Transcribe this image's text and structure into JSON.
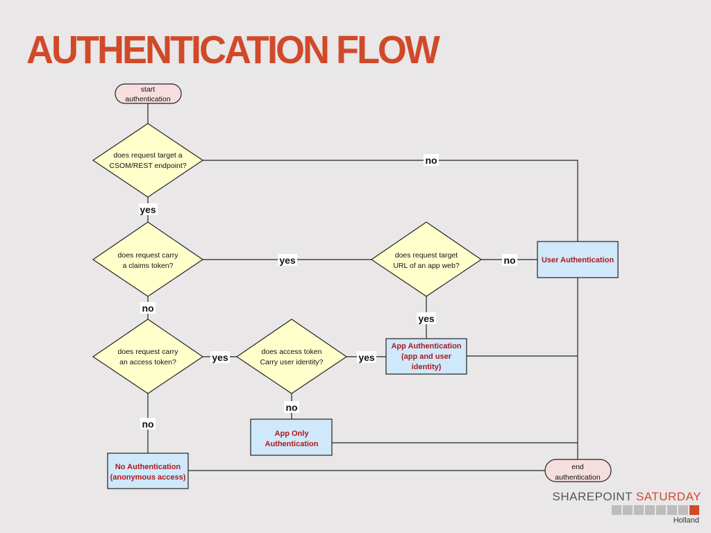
{
  "title": "AUTHENTICATION FLOW",
  "nodes": {
    "start": [
      "start",
      "authentication"
    ],
    "d_csom": [
      "does request target a",
      "CSOM/REST endpoint?"
    ],
    "d_claims": [
      "does request carry",
      "a claims token?"
    ],
    "d_appweb": [
      "does request target",
      "URL of an app web?"
    ],
    "d_access": [
      "does request carry",
      "an access token?"
    ],
    "d_identity": [
      "does access token",
      "Carry user identity?"
    ],
    "user_auth": [
      "User Authentication"
    ],
    "app_auth": [
      "App Authentication",
      "(app and user",
      "identity)"
    ],
    "app_only": [
      "App Only",
      "Authentication"
    ],
    "no_auth": [
      "No Authentication",
      "(anonymous  access)"
    ],
    "end": [
      "end",
      "authentication"
    ]
  },
  "edge_labels": {
    "csom_no": "no",
    "csom_yes": "yes",
    "claims_yes": "yes",
    "claims_no": "no",
    "appweb_no": "no",
    "appweb_yes": "yes",
    "access_yes": "yes",
    "access_no": "no",
    "identity_yes": "yes",
    "identity_no": "no"
  },
  "colors": {
    "title": "#d04a2a",
    "terminal_fill": "#f6dede",
    "decision_fill": "#ffffcc",
    "process_fill": "#cfe8fa",
    "process_text": "#b01818",
    "line": "#222222"
  },
  "logo": {
    "word1": "SHAREPOINT",
    "word2": "SATURDAY",
    "sub": "Holland"
  }
}
